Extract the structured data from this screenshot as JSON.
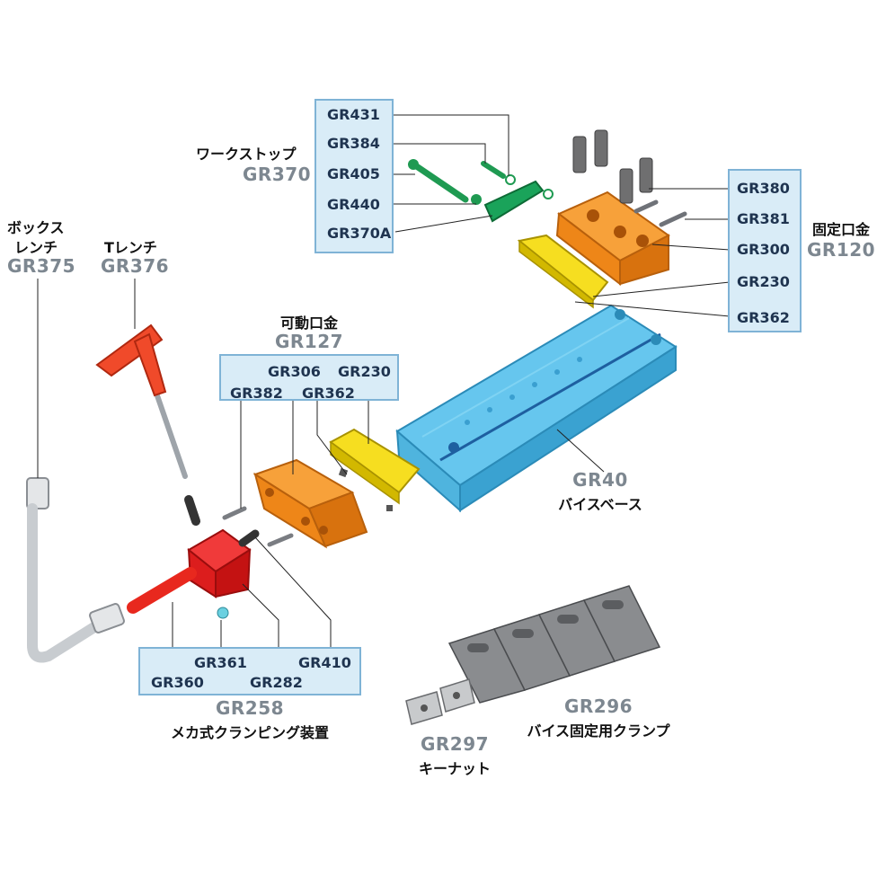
{
  "colors": {
    "label_box_fill": "#d9ecf7",
    "label_box_border": "#7fb3d6",
    "part_code_text": "#1f3450",
    "group_code_text": "#7d8790",
    "vise_base": "#5cc0ea",
    "fixed_jaw": "#f08a1c",
    "movable_jaw": "#f08a1c",
    "jaw_plate": "#f2d400",
    "clamping_device": "#e11d1d",
    "work_stop": "#1f9a52",
    "t_wrench_handle": "#f04a2a",
    "clamp_steel": "#7d7f82"
  },
  "work_stop": {
    "title": "ワークストップ",
    "code": "GR370",
    "parts": [
      "GR431",
      "GR384",
      "GR405",
      "GR440",
      "GR370A"
    ]
  },
  "fixed_jaw": {
    "title": "固定口金",
    "code": "GR120",
    "parts": [
      "GR380",
      "GR381",
      "GR300",
      "GR230",
      "GR362"
    ]
  },
  "box_wrench": {
    "title_line1": "ボックス",
    "title_line2": "レンチ",
    "code": "GR375"
  },
  "t_wrench": {
    "title": "Tレンチ",
    "code": "GR376"
  },
  "movable_jaw": {
    "title": "可動口金",
    "code": "GR127",
    "parts_top": [
      "GR306",
      "GR230"
    ],
    "parts_bottom": [
      "GR382",
      "GR362"
    ]
  },
  "vise_base": {
    "code": "GR40",
    "title": "バイスベース"
  },
  "clamping_device": {
    "code": "GR258",
    "title": "メカ式クランピング装置",
    "parts_top": [
      "GR361",
      "GR410"
    ],
    "parts_bottom": [
      "GR360",
      "GR282"
    ]
  },
  "key_nut": {
    "code": "GR297",
    "title": "キーナット"
  },
  "vise_clamp": {
    "code": "GR296",
    "title": "バイス固定用クランプ"
  }
}
